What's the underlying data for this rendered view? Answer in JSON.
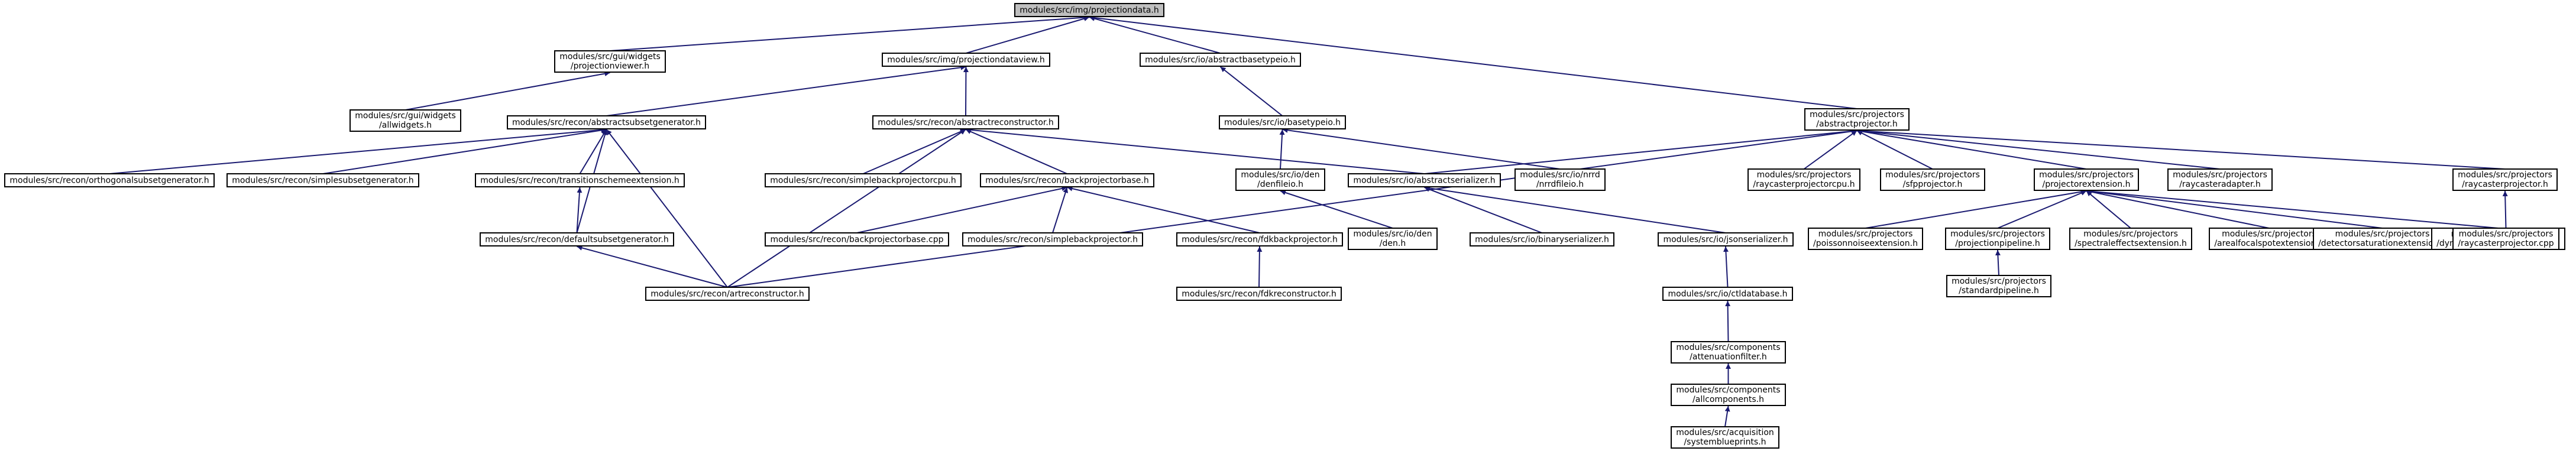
{
  "diagram": {
    "root": "projectiondata",
    "nodes": [
      {
        "id": "projectiondata",
        "lines": [
          "modules/src/img/projectiondata.h"
        ],
        "root": true
      },
      {
        "id": "projectionviewer",
        "lines": [
          "modules/src/gui/widgets",
          "/projectionviewer.h"
        ]
      },
      {
        "id": "allwidgets",
        "lines": [
          "modules/src/gui/widgets",
          "/allwidgets.h"
        ]
      },
      {
        "id": "projectiondataview",
        "lines": [
          "modules/src/img/projectiondataview.h"
        ]
      },
      {
        "id": "abstractbasetypeio",
        "lines": [
          "modules/src/io/abstractbasetypeio.h"
        ]
      },
      {
        "id": "basetypeio",
        "lines": [
          "modules/src/io/basetypeio.h"
        ]
      },
      {
        "id": "abstractsubsetgenerator",
        "lines": [
          "modules/src/recon/abstractsubsetgenerator.h"
        ]
      },
      {
        "id": "abstractreconstructor",
        "lines": [
          "modules/src/recon/abstractreconstructor.h"
        ]
      },
      {
        "id": "abstractprojector",
        "lines": [
          "modules/src/projectors",
          "/abstractprojector.h"
        ]
      },
      {
        "id": "orthogonalsubsetgenerator",
        "lines": [
          "modules/src/recon/orthogonalsubsetgenerator.h"
        ]
      },
      {
        "id": "simplesubsetgenerator",
        "lines": [
          "modules/src/recon/simplesubsetgenerator.h"
        ]
      },
      {
        "id": "transitionschemeextension",
        "lines": [
          "modules/src/recon/transitionschemeextension.h"
        ]
      },
      {
        "id": "defaultsubsetgenerator",
        "lines": [
          "modules/src/recon/defaultsubsetgenerator.h"
        ]
      },
      {
        "id": "artreconstructor",
        "lines": [
          "modules/src/recon/artreconstructor.h"
        ]
      },
      {
        "id": "simplebackprojectorcpu",
        "lines": [
          "modules/src/recon/simplebackprojectorcpu.h"
        ]
      },
      {
        "id": "backprojectorbase",
        "lines": [
          "modules/src/recon/backprojectorbase.h"
        ]
      },
      {
        "id": "backprojectorbase_cpp",
        "lines": [
          "modules/src/recon/backprojectorbase.cpp"
        ]
      },
      {
        "id": "simplebackprojector",
        "lines": [
          "modules/src/recon/simplebackprojector.h"
        ]
      },
      {
        "id": "fdkbackprojector",
        "lines": [
          "modules/src/recon/fdkbackprojector.h"
        ]
      },
      {
        "id": "fdkreconstructor",
        "lines": [
          "modules/src/recon/fdkreconstructor.h"
        ]
      },
      {
        "id": "denfileio",
        "lines": [
          "modules/src/io/den",
          "/denfileio.h"
        ]
      },
      {
        "id": "abstractserializer",
        "lines": [
          "modules/src/io/abstractserializer.h"
        ]
      },
      {
        "id": "mrcfileio",
        "lines": [
          "modules/src/io/nrrd",
          "/nrrdfileio.h"
        ]
      },
      {
        "id": "den",
        "lines": [
          "modules/src/io/den",
          "/den.h"
        ]
      },
      {
        "id": "binaryserializer",
        "lines": [
          "modules/src/io/binaryserializer.h"
        ]
      },
      {
        "id": "jsonserializer",
        "lines": [
          "modules/src/io/jsonserializer.h"
        ]
      },
      {
        "id": "ctldatabase",
        "lines": [
          "modules/src/io/ctldatabase.h"
        ]
      },
      {
        "id": "attenuationfilter",
        "lines": [
          "modules/src/components",
          "/attenuationfilter.h"
        ]
      },
      {
        "id": "allcomponents",
        "lines": [
          "modules/src/components",
          "/allcomponents.h"
        ]
      },
      {
        "id": "systemblueprints",
        "lines": [
          "modules/src/acquisition",
          "/systemblueprints.h"
        ]
      },
      {
        "id": "raycasterprojectorcpu",
        "lines": [
          "modules/src/projectors",
          "/raycasterprojectorcpu.h"
        ]
      },
      {
        "id": "sfpprojector",
        "lines": [
          "modules/src/projectors",
          "/sfpprojector.h"
        ]
      },
      {
        "id": "projectorextension",
        "lines": [
          "modules/src/projectors",
          "/projectorextension.h"
        ]
      },
      {
        "id": "raycasteradapter",
        "lines": [
          "modules/src/projectors",
          "/raycasteradapter.h"
        ]
      },
      {
        "id": "raycasterprojector",
        "lines": [
          "modules/src/projectors",
          "/raycasterprojector.h"
        ]
      },
      {
        "id": "poissonnoiseextension",
        "lines": [
          "modules/src/projectors",
          "/poissonnoiseextension.h"
        ]
      },
      {
        "id": "projectionpipeline",
        "lines": [
          "modules/src/projectors",
          "/projectionpipeline.h"
        ]
      },
      {
        "id": "spectraleffectsextension",
        "lines": [
          "modules/src/projectors",
          "/spectraleffectsextension.h"
        ]
      },
      {
        "id": "arealfocalspotextension",
        "lines": [
          "modules/src/projectors",
          "/arealfocalspotextension.h"
        ]
      },
      {
        "id": "detectorsaturationextension",
        "lines": [
          "modules/src/projectors",
          "/detectorsaturationextension.h"
        ]
      },
      {
        "id": "dynamicprojectorextension",
        "lines": [
          "modules/src/projectors",
          "/dynamicprojectorextension.h"
        ]
      },
      {
        "id": "raycasterprojector_cpp",
        "lines": [
          "modules/src/projectors",
          "/raycasterprojector.cpp"
        ]
      },
      {
        "id": "standardpipeline",
        "lines": [
          "modules/src/projectors",
          "/standardpipeline.h"
        ]
      }
    ],
    "edges": [
      [
        "projectionviewer",
        "projectiondata"
      ],
      [
        "projectiondataview",
        "projectiondata"
      ],
      [
        "abstractbasetypeio",
        "projectiondata"
      ],
      [
        "abstractprojector",
        "projectiondata"
      ],
      [
        "allwidgets",
        "projectionviewer"
      ],
      [
        "abstractsubsetgenerator",
        "projectiondataview"
      ],
      [
        "abstractreconstructor",
        "projectiondataview"
      ],
      [
        "basetypeio",
        "abstractbasetypeio"
      ],
      [
        "denfileio",
        "basetypeio"
      ],
      [
        "mrcfileio",
        "basetypeio"
      ],
      [
        "orthogonalsubsetgenerator",
        "abstractsubsetgenerator"
      ],
      [
        "simplesubsetgenerator",
        "abstractsubsetgenerator"
      ],
      [
        "transitionschemeextension",
        "abstractsubsetgenerator"
      ],
      [
        "defaultsubsetgenerator",
        "abstractsubsetgenerator"
      ],
      [
        "artreconstructor",
        "abstractsubsetgenerator"
      ],
      [
        "defaultsubsetgenerator",
        "transitionschemeextension"
      ],
      [
        "artreconstructor",
        "defaultsubsetgenerator"
      ],
      [
        "artreconstructor",
        "abstractreconstructor"
      ],
      [
        "simplebackprojectorcpu",
        "abstractreconstructor"
      ],
      [
        "backprojectorbase",
        "abstractreconstructor"
      ],
      [
        "abstractserializer",
        "abstractreconstructor"
      ],
      [
        "backprojectorbase_cpp",
        "backprojectorbase"
      ],
      [
        "simplebackprojector",
        "backprojectorbase"
      ],
      [
        "fdkbackprojector",
        "backprojectorbase"
      ],
      [
        "fdkreconstructor",
        "fdkbackprojector"
      ],
      [
        "den",
        "denfileio"
      ],
      [
        "binaryserializer",
        "abstractserializer"
      ],
      [
        "jsonserializer",
        "abstractserializer"
      ],
      [
        "ctldatabase",
        "jsonserializer"
      ],
      [
        "attenuationfilter",
        "ctldatabase"
      ],
      [
        "allcomponents",
        "attenuationfilter"
      ],
      [
        "systemblueprints",
        "allcomponents"
      ],
      [
        "abstractserializer",
        "abstractprojector"
      ],
      [
        "artreconstructor",
        "abstractprojector"
      ],
      [
        "raycasterprojectorcpu",
        "abstractprojector"
      ],
      [
        "sfpprojector",
        "abstractprojector"
      ],
      [
        "projectorextension",
        "abstractprojector"
      ],
      [
        "raycasteradapter",
        "abstractprojector"
      ],
      [
        "raycasterprojector",
        "abstractprojector"
      ],
      [
        "poissonnoiseextension",
        "projectorextension"
      ],
      [
        "projectionpipeline",
        "projectorextension"
      ],
      [
        "spectraleffectsextension",
        "projectorextension"
      ],
      [
        "arealfocalspotextension",
        "projectorextension"
      ],
      [
        "detectorsaturationextension",
        "projectorextension"
      ],
      [
        "dynamicprojectorextension",
        "projectorextension"
      ],
      [
        "standardpipeline",
        "projectionpipeline"
      ],
      [
        "raycasterprojector_cpp",
        "raycasterprojector"
      ]
    ]
  }
}
